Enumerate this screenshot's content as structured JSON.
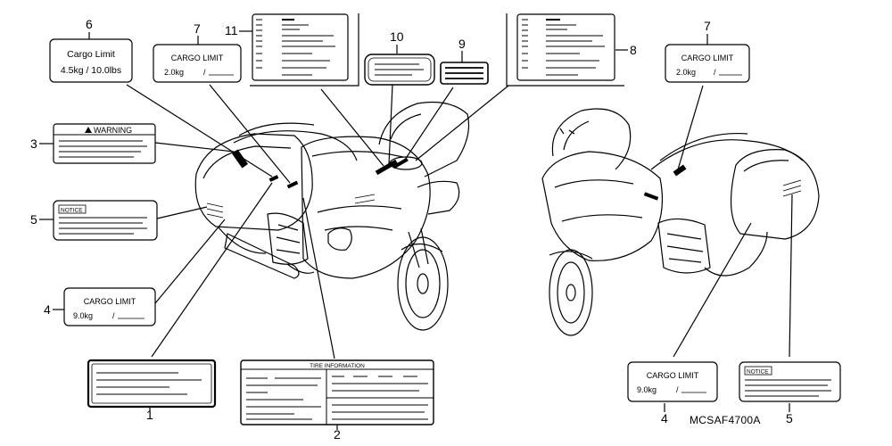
{
  "callouts": {
    "n1": "1",
    "n2": "2",
    "n3": "3",
    "n4a": "4",
    "n4b": "4",
    "n5a": "5",
    "n5b": "5",
    "n6": "6",
    "n7a": "7",
    "n7b": "7",
    "n8": "8",
    "n9": "9",
    "n10": "10",
    "n11": "11"
  },
  "labels": {
    "cargo_limit_6_title": "Cargo Limit",
    "cargo_limit_6_value": "4.5kg  /  10.0lbs",
    "cargo_limit_7_title": "CARGO LIMIT",
    "cargo_limit_7_value": "2.0kg",
    "cargo_limit_7_slash": "/",
    "cargo_limit_4_title": "CARGO LIMIT",
    "cargo_limit_4_value": "9.0kg",
    "cargo_limit_4_slash": "/",
    "warning_title": "WARNING",
    "notice_title": "NOTICE",
    "tire_info_title": "TIRE INFORMATION"
  },
  "diagram_code": "MCSAF4700A"
}
